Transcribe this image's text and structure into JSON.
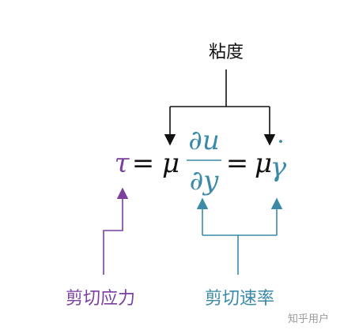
{
  "labels": {
    "viscosity": "粘度",
    "shear_stress": "剪切应力",
    "shear_rate": "剪切速率"
  },
  "equation": {
    "tau": "τ",
    "equals": "=",
    "mu": "μ",
    "numerator": "∂u",
    "denominator": "∂y",
    "gamma": "γ",
    "gamma_dot": "˙"
  },
  "watermark": "知乎用户",
  "colors": {
    "stress": "#7b3fa0",
    "rate": "#3a8aa8",
    "ink": "#111111"
  }
}
